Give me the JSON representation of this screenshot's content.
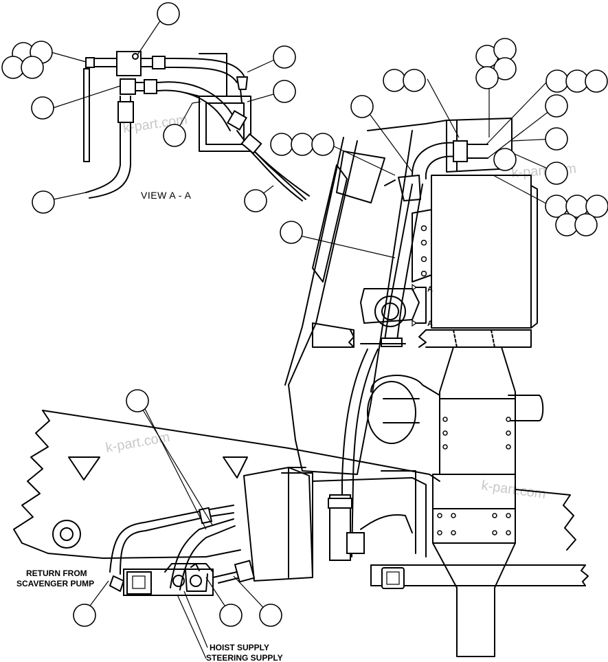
{
  "view_label": "VIEW  A - A",
  "section_marker": "A",
  "labels": {
    "return_from": "RETURN FROM",
    "scavenger_pump": "SCAVENGER PUMP",
    "hoist_supply": "HOIST SUPPLY",
    "steering_supply": "STEERING SUPPLY"
  },
  "watermark": "k-part.com",
  "colors": {
    "line": "#000000",
    "background": "#ffffff",
    "watermark": "#c8c8c8"
  }
}
